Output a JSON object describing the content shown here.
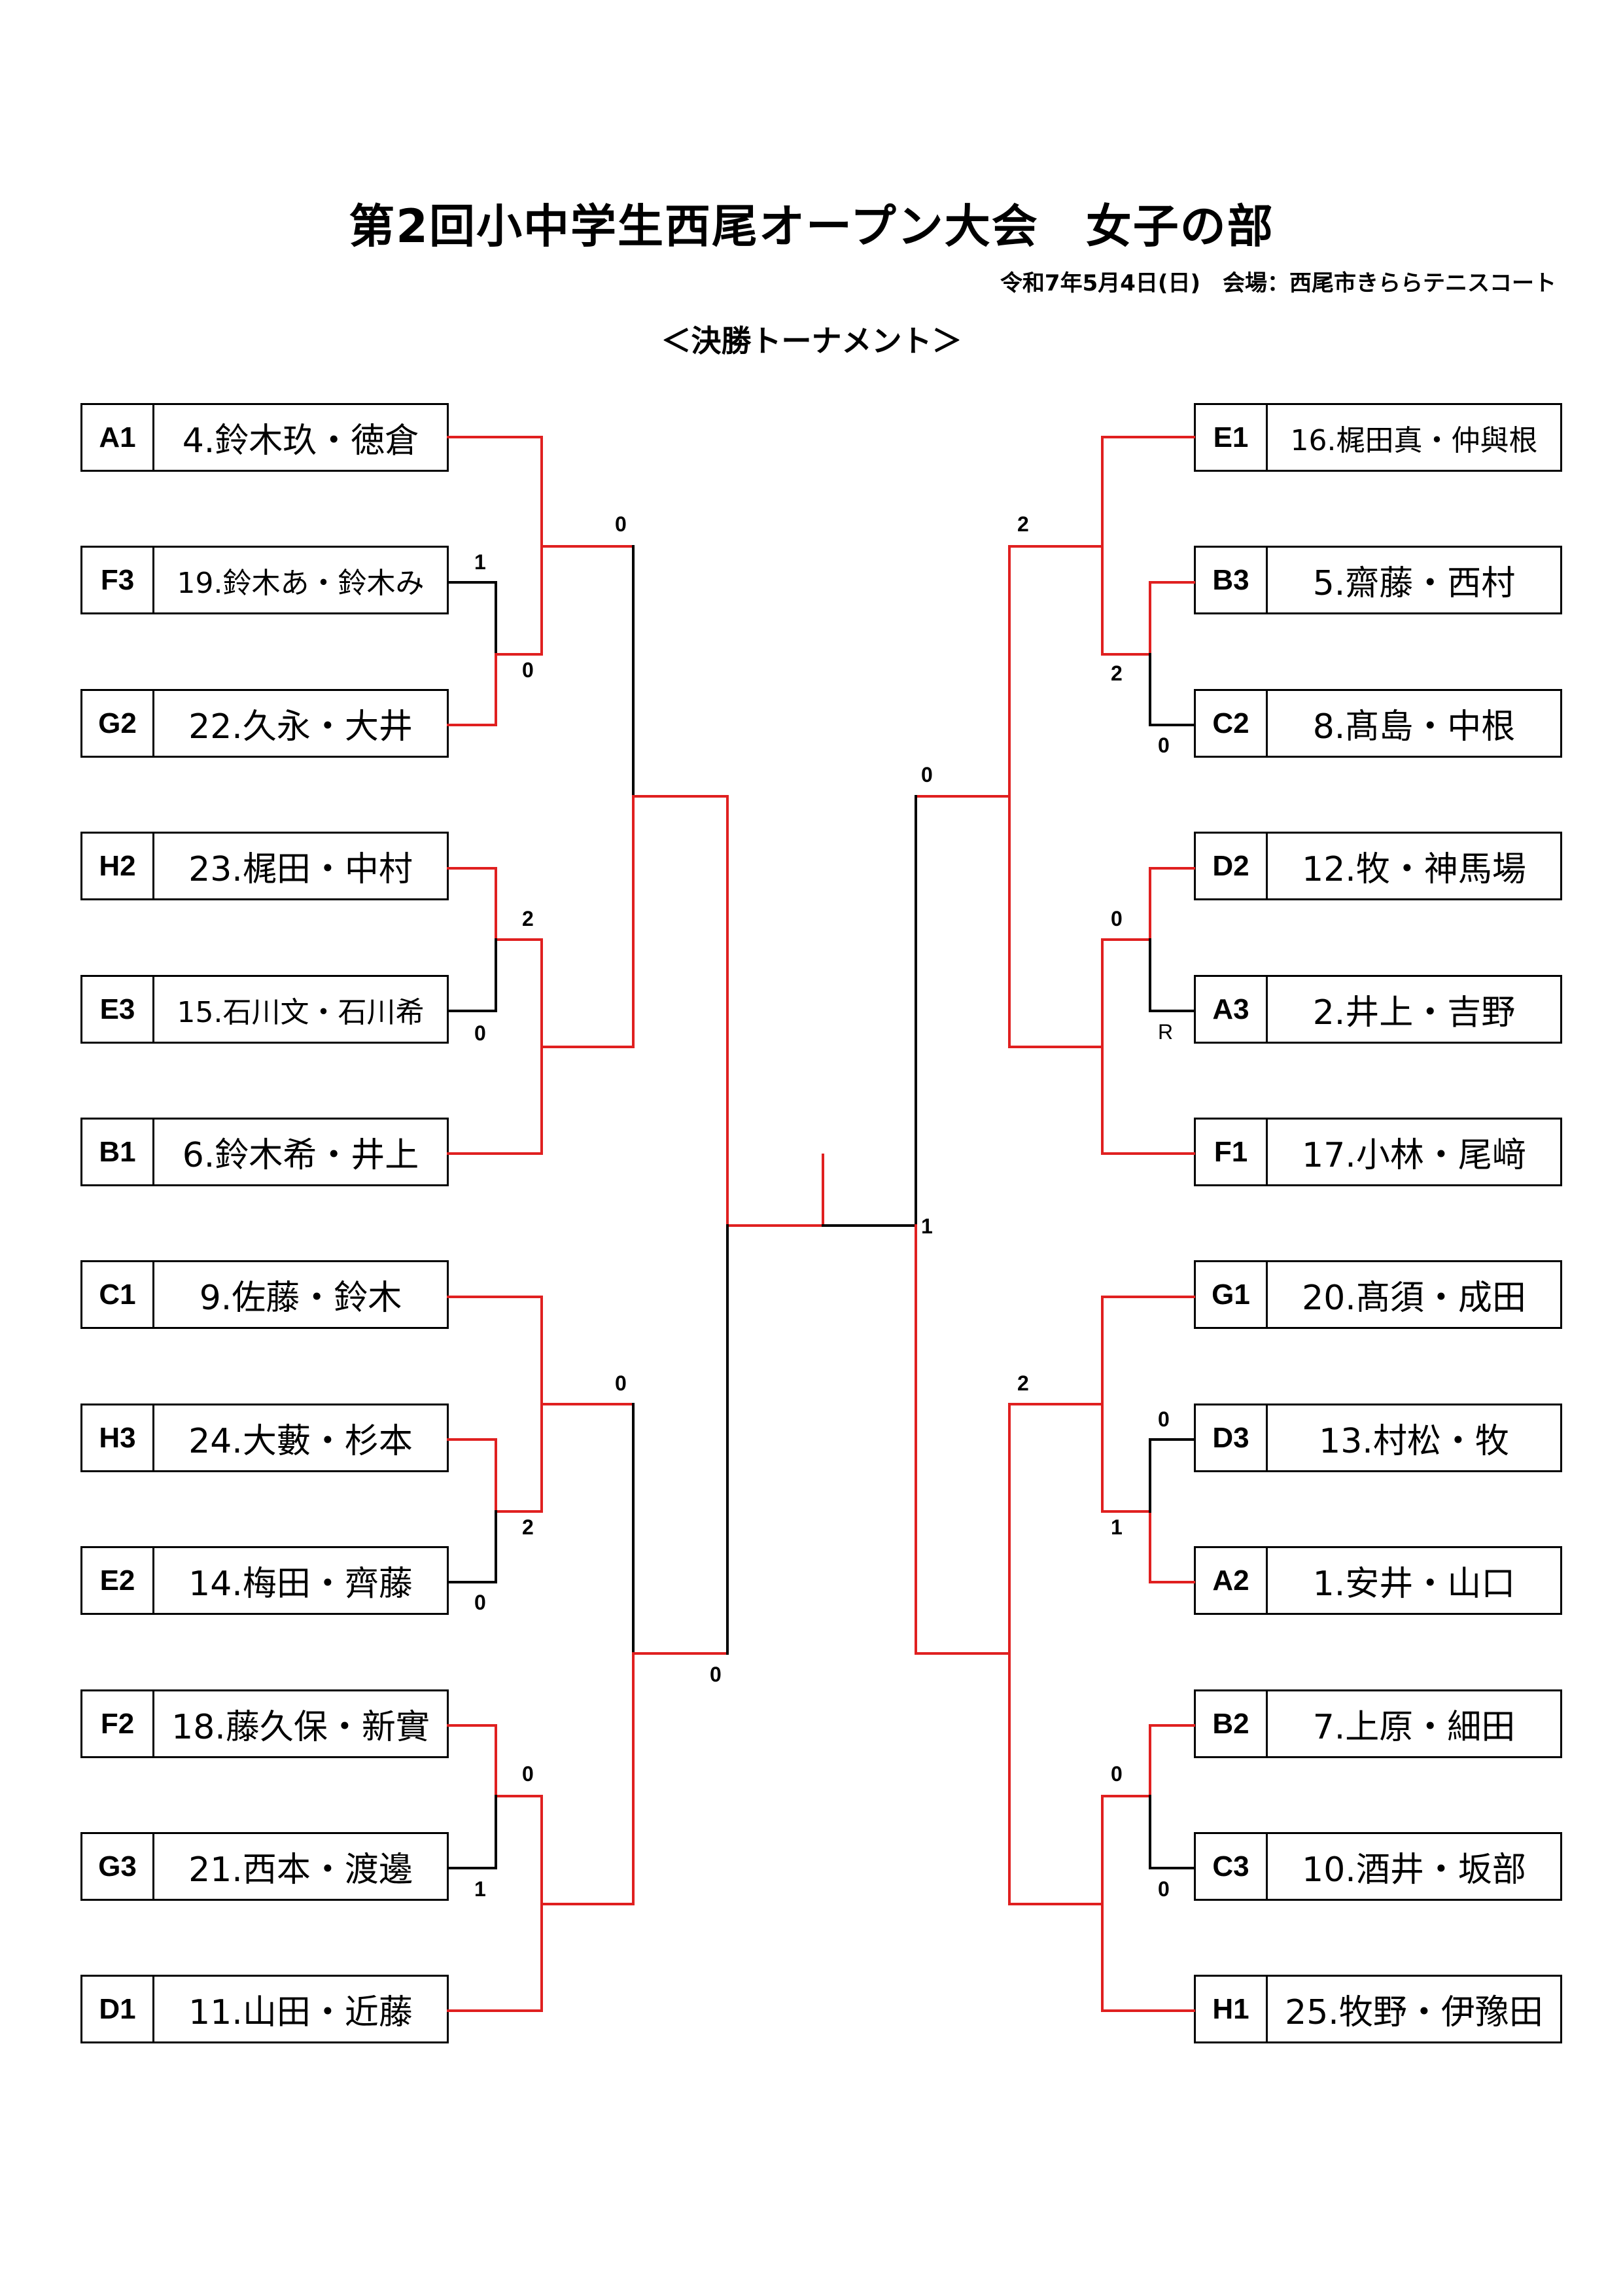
{
  "header": {
    "title": "第2回小中学生西尾オープン大会　女子の部",
    "subtitle": "令和7年5月4日(日)　会場：西尾市きららテニスコート",
    "section": "＜決勝トーナメント＞"
  },
  "left_entries": [
    {
      "seed": "A1",
      "team": "4.鈴木玖・徳倉"
    },
    {
      "seed": "F3",
      "team": "19.鈴木あ・鈴木み"
    },
    {
      "seed": "G2",
      "team": "22.久永・大井"
    },
    {
      "seed": "H2",
      "team": "23.梶田・中村"
    },
    {
      "seed": "E3",
      "team": "15.石川文・石川希"
    },
    {
      "seed": "B1",
      "team": "6.鈴木希・井上"
    },
    {
      "seed": "C1",
      "team": "9.佐藤・鈴木"
    },
    {
      "seed": "H3",
      "team": "24.大藪・杉本"
    },
    {
      "seed": "E2",
      "team": "14.梅田・齊藤"
    },
    {
      "seed": "F2",
      "team": "18.藤久保・新實"
    },
    {
      "seed": "G3",
      "team": "21.西本・渡邊"
    },
    {
      "seed": "D1",
      "team": "11.山田・近藤"
    }
  ],
  "right_entries": [
    {
      "seed": "E1",
      "team": "16.梶田真・仲與根"
    },
    {
      "seed": "B3",
      "team": "5.齋藤・西村"
    },
    {
      "seed": "C2",
      "team": "8.髙島・中根"
    },
    {
      "seed": "D2",
      "team": "12.牧・神馬場"
    },
    {
      "seed": "A3",
      "team": "2.井上・吉野"
    },
    {
      "seed": "F1",
      "team": "17.小林・尾﨑"
    },
    {
      "seed": "G1",
      "team": "20.髙須・成田"
    },
    {
      "seed": "D3",
      "team": "13.村松・牧"
    },
    {
      "seed": "A2",
      "team": "1.安井・山口"
    },
    {
      "seed": "B2",
      "team": "7.上原・細田"
    },
    {
      "seed": "C3",
      "team": "10.酒井・坂部"
    },
    {
      "seed": "H1",
      "team": "25.牧野・伊豫田"
    }
  ],
  "scores": {
    "l_f3": "1",
    "l_g2": "0",
    "l_a1_sf": "0",
    "l_h2": "2",
    "l_e3": "0",
    "l_h3": "2",
    "l_e2": "0",
    "l_c1_sf": "0",
    "l_f2": "0",
    "l_g3": "1",
    "l_bottom_half": "0",
    "r_e1_sf": "2",
    "r_b3": "2",
    "r_c2": "0",
    "r_top_half": "0",
    "r_d2": "0",
    "r_a3": "R",
    "center": "1",
    "r_g1_sf": "2",
    "r_d3": "0",
    "r_a2": "1",
    "r_b2": "0",
    "r_c3": "0"
  },
  "colors": {
    "winner_line": "#e02020",
    "line": "#000000"
  }
}
